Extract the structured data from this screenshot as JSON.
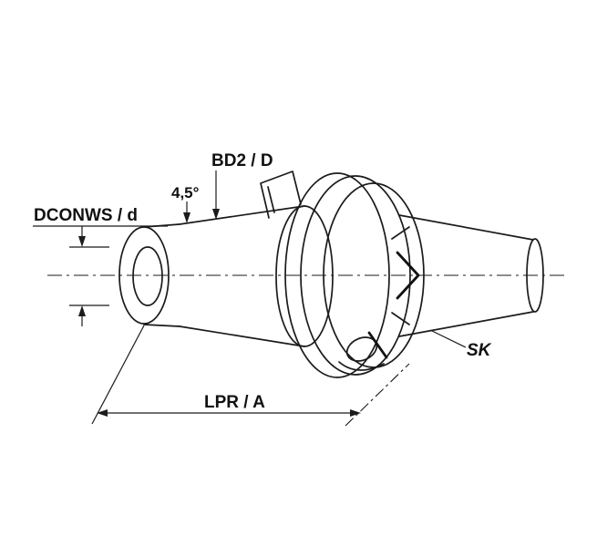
{
  "diagram": {
    "kind": "technical-drawing",
    "subject": "tool-holder dimensional drawing",
    "labels": {
      "bd2_d": "BD2 / D",
      "angle": "4,5°",
      "dconws_d": "DCONWS / d",
      "lpr_a": "LPR / A",
      "sk": "SK"
    },
    "colors": {
      "line": "#1b1b1b",
      "background": "#ffffff"
    }
  }
}
